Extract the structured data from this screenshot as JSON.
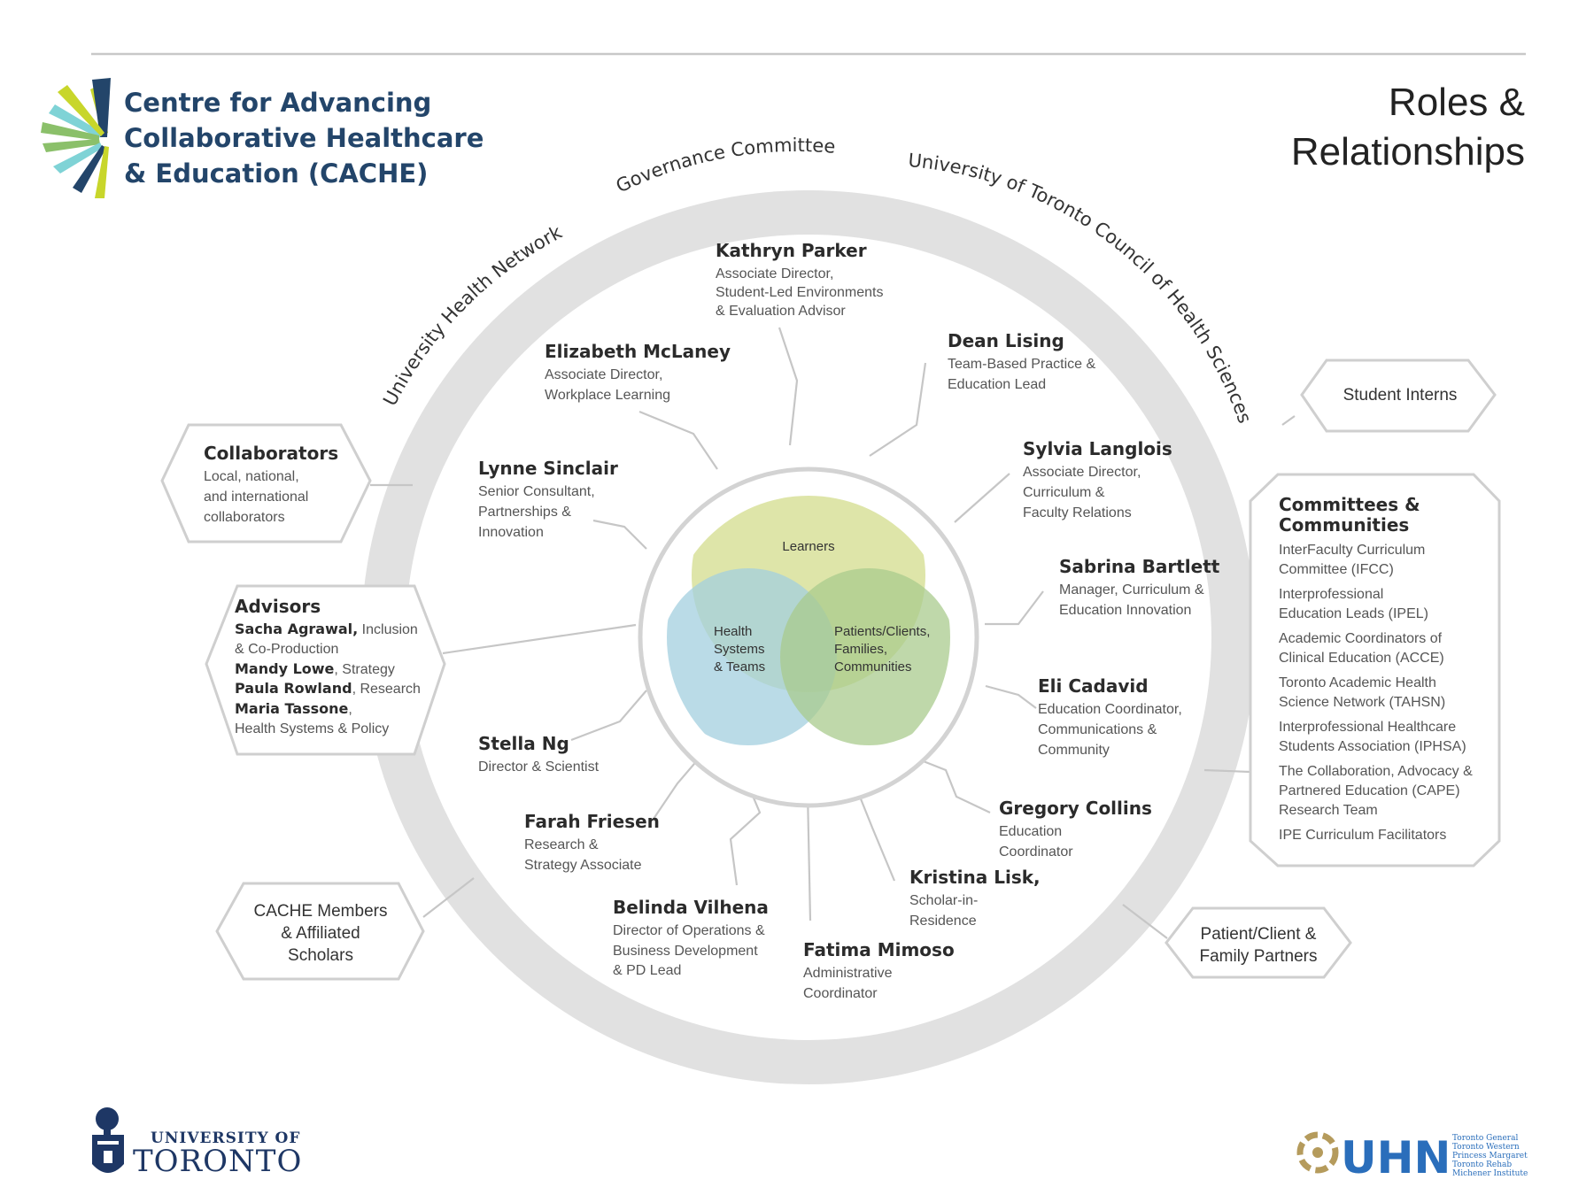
{
  "title": {
    "line1": "Roles &",
    "line2": "Relationships"
  },
  "brand": {
    "line1": "Centre for Advancing",
    "line2": "Collaborative Healthcare",
    "line3": "& Education (CACHE)",
    "colors": {
      "navy": "#23456a",
      "lime": "#c8d62b",
      "teal": "#7fd3d6",
      "green": "#8bc06a"
    }
  },
  "ring": {
    "left": "University Health Network",
    "top": "Governance Committee",
    "right": "University of Toronto Council of Health Sciences",
    "color": "#e1e1e1"
  },
  "venn": {
    "learners": "Learners",
    "health_systems": [
      "Health",
      "Systems",
      "& Teams"
    ],
    "patients": [
      "Patients/Clients,",
      "Families,",
      "Communities"
    ],
    "colors": {
      "learners": "#d6de93",
      "health": "#a3cfdf",
      "patients": "#a9cb8d"
    }
  },
  "people": [
    {
      "name": "Kathryn Parker",
      "role": [
        "Associate Director,",
        "Student-Led Environments",
        "& Evaluation Advisor"
      ]
    },
    {
      "name": "Elizabeth McLaney",
      "role": [
        "Associate Director,",
        "Workplace Learning"
      ]
    },
    {
      "name": "Dean Lising",
      "role": [
        "Team-Based Practice &",
        "Education Lead"
      ]
    },
    {
      "name": "Lynne Sinclair",
      "role": [
        "Senior Consultant,",
        "Partnerships &",
        "Innovation"
      ]
    },
    {
      "name": "Sylvia Langlois",
      "role": [
        "Associate Director,",
        "Curriculum &",
        "Faculty Relations"
      ]
    },
    {
      "name": "Sabrina Bartlett",
      "role": [
        "Manager, Curriculum &",
        "Education Innovation"
      ]
    },
    {
      "name": "Eli Cadavid",
      "role": [
        "Education Coordinator,",
        "Communications &",
        "Community"
      ]
    },
    {
      "name": "Stella Ng",
      "role": [
        "Director & Scientist"
      ]
    },
    {
      "name": "Farah Friesen",
      "role": [
        "Research &",
        "Strategy Associate"
      ]
    },
    {
      "name": "Gregory Collins",
      "role": [
        "Education",
        "Coordinator"
      ]
    },
    {
      "name": "Kristina Lisk,",
      "role": [
        "Scholar-in-",
        "Residence"
      ]
    },
    {
      "name": "Belinda Vilhena",
      "role": [
        "Director of Operations &",
        "Business Development",
        "& PD Lead"
      ]
    },
    {
      "name": "Fatima Mimoso",
      "role": [
        "Administrative",
        "Coordinator"
      ]
    }
  ],
  "collaborators": {
    "title": "Collaborators",
    "lines": [
      "Local, national,",
      "and international",
      "collaborators"
    ]
  },
  "advisors": {
    "title": "Advisors",
    "entries": [
      {
        "name": "Sacha Agrawal,",
        "role": " Inclusion"
      },
      {
        "name": "",
        "role": "& Co-Production"
      },
      {
        "name": "Mandy Lowe",
        "role": ", Strategy"
      },
      {
        "name": "Paula Rowland",
        "role": ", Research"
      },
      {
        "name": "Maria Tassone",
        "role": ","
      },
      {
        "name": "",
        "role": "Health Systems & Policy"
      }
    ]
  },
  "cache_members": {
    "lines": [
      "CACHE Members",
      "& Affiliated",
      "Scholars"
    ]
  },
  "student_interns": {
    "label": "Student Interns"
  },
  "patient_partners": {
    "lines": [
      "Patient/Client &",
      "Family Partners"
    ]
  },
  "committees": {
    "title": [
      "Committees &",
      "Communities"
    ],
    "items": [
      [
        "InterFaculty Curriculum",
        "Committee (IFCC)"
      ],
      [
        "Interprofessional",
        "Education Leads (IPEL)"
      ],
      [
        "Academic Coordinators of",
        "Clinical Education (ACCE)"
      ],
      [
        "Toronto Academic Health",
        "Science Network (TAHSN)"
      ],
      [
        "Interprofessional Healthcare",
        "Students Association (IPHSA)"
      ],
      [
        "The Collaboration, Advocacy &",
        "Partnered Education (CAPE)",
        "Research Team"
      ],
      [
        "IPE Curriculum Facilitators"
      ]
    ]
  },
  "logos": {
    "uoft": {
      "line1": "UNIVERSITY OF",
      "line2": "TORONTO"
    },
    "uhn": {
      "mark": "UHN",
      "sites": [
        "Toronto General",
        "Toronto Western",
        "Princess Margaret",
        "Toronto Rehab",
        "Michener Institute"
      ]
    }
  }
}
